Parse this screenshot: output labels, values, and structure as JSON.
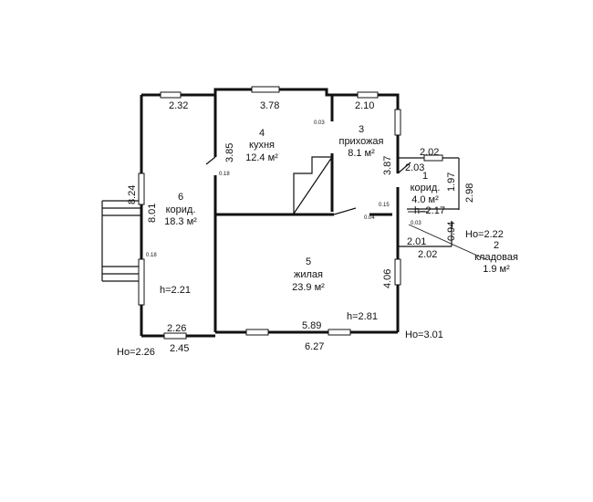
{
  "rooms": [
    {
      "number": "1",
      "name": "корид.",
      "area": "4.0 м²"
    },
    {
      "number": "2",
      "name": "кладовая",
      "area": "1.9 м²"
    },
    {
      "number": "3",
      "name": "прихожая",
      "area": "8.1 м²"
    },
    {
      "number": "4",
      "name": "кухня",
      "area": "12.4 м²"
    },
    {
      "number": "5",
      "name": "жилая",
      "area": "23.9 м²"
    },
    {
      "number": "6",
      "name": "корид.",
      "area": "18.3 м²"
    }
  ],
  "dimensions": {
    "top_left": "2.32",
    "top_mid": "3.78",
    "top_right": "2.10",
    "kitchen_height": "3.85",
    "hall_height": "3.87",
    "corr1_top": "2.02",
    "corr1_width": "2.03",
    "corr1_depth": "1.97",
    "corr1_outer": "2.98",
    "store_height": "0.94",
    "store_inner": "2.01",
    "store_outer": "2.02",
    "outer_left": "8.24",
    "inner_left": "8.01",
    "living_height": "4.06",
    "bottom_left_inner": "2.26",
    "bottom_left_outer": "2.45",
    "bottom_inner": "5.89",
    "bottom_outer": "6.27"
  },
  "small_marks": {
    "m003_top": "0.03",
    "m018_kitchen": "0.18",
    "m015": "0.15",
    "m004": "0.04",
    "m003_store": "0.03",
    "m018_left": "0.18"
  },
  "heights": {
    "corr1": "h=2.17",
    "corr6": "h=2.21",
    "living": "h=2.81",
    "ho_store": "Ho=2.22",
    "ho_right": "Ho=3.01",
    "ho_left": "Ho=2.26"
  }
}
